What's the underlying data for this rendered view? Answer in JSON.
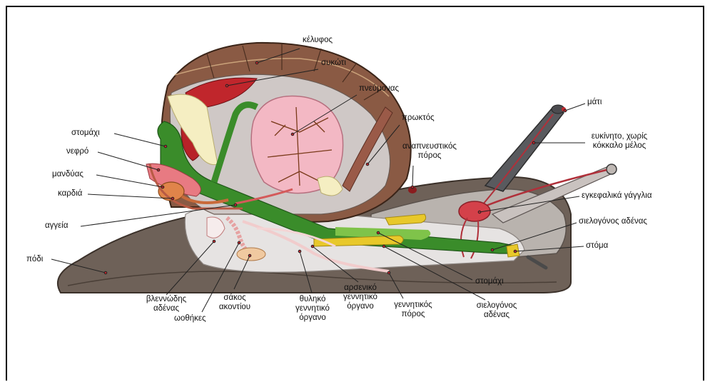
{
  "labels": {
    "shell": "κέλυφος",
    "liver": "συκώτι",
    "lung": "πνεύμονας",
    "rectum": "πρωκτός",
    "breathing_pore_1": "αναπνευστικός",
    "breathing_pore_2": "πόρος",
    "eye": "μάτι",
    "tentacle_1": "ευκίνητο, χωρίς",
    "tentacle_2": "κόκκαλο μέλος",
    "cerebral_ganglia": "εγκεφαλικά γάγγλια",
    "salivary_gland_right": "σιελογόνος αδένας",
    "mouth": "στόμα",
    "stomach_left": "στομάχι",
    "kidney": "νεφρό",
    "mantle": "μανδύας",
    "heart": "καρδιά",
    "vessels": "αγγεία",
    "foot": "πόδι",
    "mucus_gland_1": "βλεννώδης",
    "mucus_gland_2": "αδένας",
    "oviduct": "ωοθήκες",
    "dart_sac_1": "σάκος",
    "dart_sac_2": "ακοντίου",
    "female_organ_1": "θυληκό",
    "female_organ_2": "γεννητικό",
    "female_organ_3": "όργανο",
    "male_organ_1": "αρσενικό",
    "male_organ_2": "γεννητικό",
    "male_organ_3": "όργανο",
    "genital_pore_1": "γεννητικός",
    "genital_pore_2": "πόρος",
    "salivary_gland_bottom_1": "σιελογόνος",
    "salivary_gland_bottom_2": "αδένας",
    "stomach_bottom": "στομάχι"
  },
  "colors": {
    "shell": "#8a5a44",
    "body": "#6e6158",
    "inner": "#d9d9d9",
    "gut": "#3a8c2a",
    "gland": "#e8c82a",
    "lung": "#f3b8c4",
    "liver": "#c0262c",
    "nerve": "#b0303a"
  }
}
